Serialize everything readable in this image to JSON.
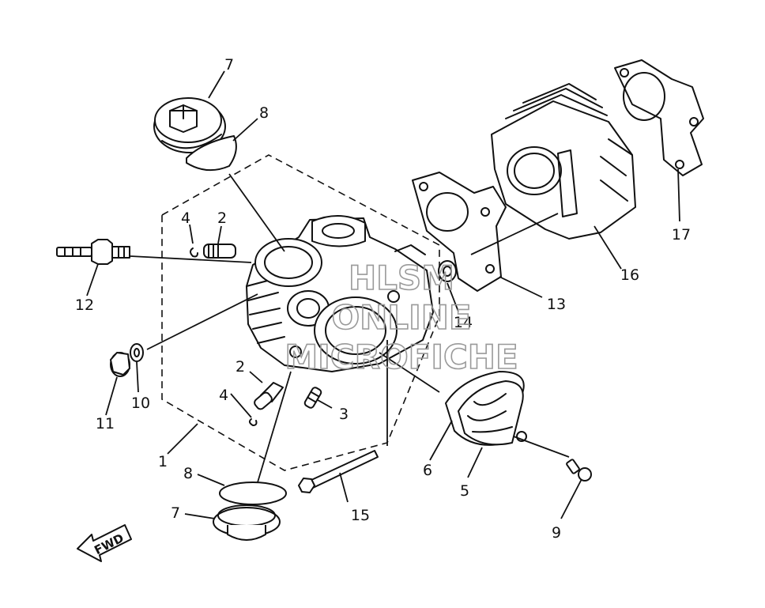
{
  "callouts": {
    "p1": "1",
    "p2a": "2",
    "p2b": "2",
    "p3": "3",
    "p4a": "4",
    "p4b": "4",
    "p5": "5",
    "p6": "6",
    "p7a": "7",
    "p7b": "7",
    "p8a": "8",
    "p8b": "8",
    "p9": "9",
    "p10": "10",
    "p11": "11",
    "p12": "12",
    "p13": "13",
    "p14": "14",
    "p15": "15",
    "p16": "16",
    "p17": "17"
  },
  "watermark": {
    "line1": "HLSM",
    "line2": "ONLINE",
    "line3": "MICROFICHE"
  },
  "fwd_label": "FWD"
}
